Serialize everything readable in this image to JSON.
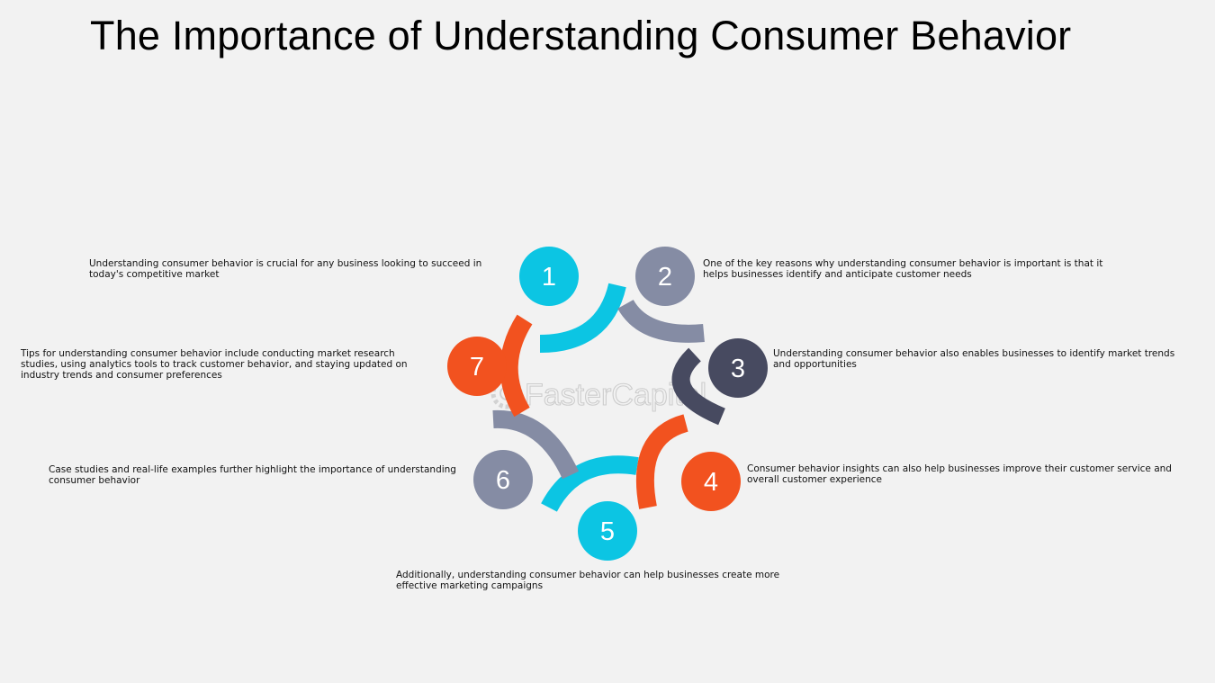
{
  "title": "The Importance of Understanding Consumer Behavior",
  "watermark": "FasterCapital",
  "colors": {
    "cyan": "#0cc5e3",
    "gray": "#858ca4",
    "navy": "#474a60",
    "orange": "#f2521f",
    "background": "#f2f2f2"
  },
  "steps": [
    {
      "number": "1",
      "color": "cyan",
      "text": "Understanding consumer behavior is crucial for any business looking to succeed in today's competitive market"
    },
    {
      "number": "2",
      "color": "gray",
      "text": "One of the key reasons why understanding consumer behavior is important is that it helps businesses identify and anticipate customer needs"
    },
    {
      "number": "3",
      "color": "navy",
      "text": "Understanding consumer behavior also enables businesses to identify market trends and opportunities"
    },
    {
      "number": "4",
      "color": "orange",
      "text": "Consumer behavior insights can also help businesses improve their customer service and overall customer experience"
    },
    {
      "number": "5",
      "color": "cyan",
      "text": "Additionally, understanding consumer behavior can help businesses create more effective marketing campaigns"
    },
    {
      "number": "6",
      "color": "gray",
      "text": "Case studies and real-life examples further highlight the importance of understanding consumer behavior"
    },
    {
      "number": "7",
      "color": "orange",
      "text": "Tips for understanding consumer behavior include conducting market research studies, using analytics tools to track customer behavior, and staying updated on industry trends and consumer preferences"
    }
  ]
}
